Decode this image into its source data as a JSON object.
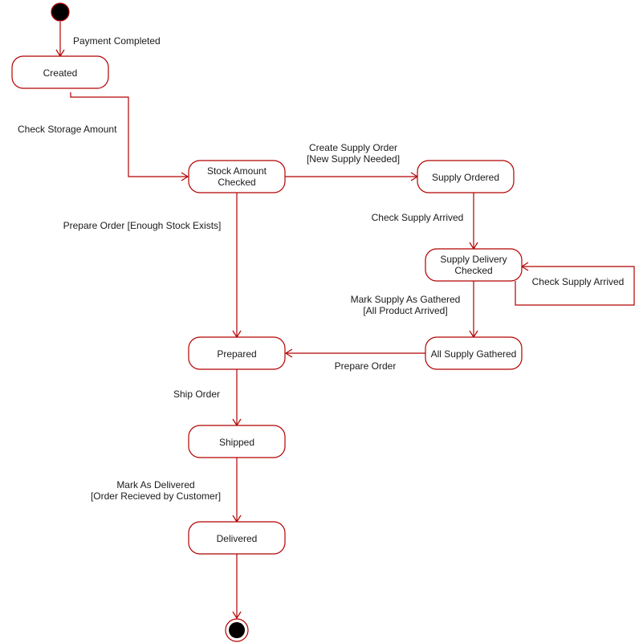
{
  "diagram": {
    "colors": {
      "stroke": "#b20000",
      "fill": "#ffffff",
      "text": "#1a1a1a"
    },
    "states": [
      {
        "id": "created",
        "lines": [
          "Created"
        ]
      },
      {
        "id": "stock",
        "lines": [
          "Stock Amount",
          "Checked"
        ]
      },
      {
        "id": "supply-ordered",
        "lines": [
          "Supply Ordered"
        ]
      },
      {
        "id": "supply-delivery",
        "lines": [
          "Supply Delivery",
          "Checked"
        ]
      },
      {
        "id": "all-supply",
        "lines": [
          "All Supply Gathered"
        ]
      },
      {
        "id": "prepared",
        "lines": [
          "Prepared"
        ]
      },
      {
        "id": "shipped",
        "lines": [
          "Shipped"
        ]
      },
      {
        "id": "delivered",
        "lines": [
          "Delivered"
        ]
      }
    ],
    "transitions": [
      {
        "id": "payment-completed",
        "from": "initial",
        "to": "created",
        "lines": [
          "Payment Completed"
        ]
      },
      {
        "id": "check-storage",
        "from": "created",
        "to": "stock",
        "lines": [
          "Check Storage Amount"
        ]
      },
      {
        "id": "create-supply-order",
        "from": "stock",
        "to": "supply-ordered",
        "lines": [
          "Create Supply Order",
          "[New Supply Needed]"
        ]
      },
      {
        "id": "check-supply-arrived",
        "from": "supply-ordered",
        "to": "supply-delivery",
        "lines": [
          "Check Supply Arrived"
        ]
      },
      {
        "id": "check-supply-arrived-loop",
        "from": "supply-delivery",
        "to": "supply-delivery",
        "lines": [
          "Check Supply Arrived"
        ]
      },
      {
        "id": "mark-supply-gathered",
        "from": "supply-delivery",
        "to": "all-supply",
        "lines": [
          "Mark Supply As Gathered",
          "[All Product Arrived]"
        ]
      },
      {
        "id": "prepare-order-supply",
        "from": "all-supply",
        "to": "prepared",
        "lines": [
          "Prepare Order"
        ]
      },
      {
        "id": "prepare-order-stock",
        "from": "stock",
        "to": "prepared",
        "lines": [
          "Prepare Order [Enough Stock Exists]"
        ]
      },
      {
        "id": "ship-order",
        "from": "prepared",
        "to": "shipped",
        "lines": [
          "Ship Order"
        ]
      },
      {
        "id": "mark-delivered",
        "from": "shipped",
        "to": "delivered",
        "lines": [
          "Mark As Delivered",
          "[Order Recieved by Customer]"
        ]
      },
      {
        "id": "to-final",
        "from": "delivered",
        "to": "final",
        "lines": []
      }
    ]
  }
}
